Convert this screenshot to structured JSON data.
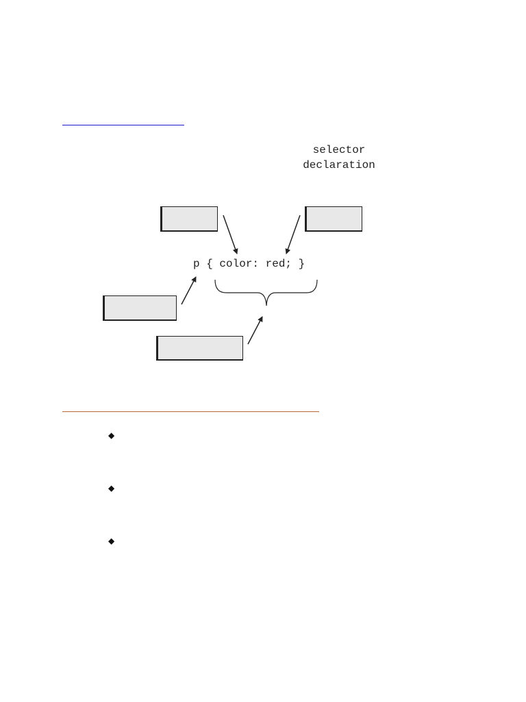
{
  "legend": {
    "line1": "selector",
    "line2": "declaration"
  },
  "code": {
    "rule": "p { color: red; }"
  },
  "bullets": {
    "glyph": "◆",
    "count": 3
  },
  "colors": {
    "link_underline": "#1a1acc",
    "section_rule": "#b8693a",
    "box_fill": "#e8e8e8",
    "stroke": "#222222"
  }
}
